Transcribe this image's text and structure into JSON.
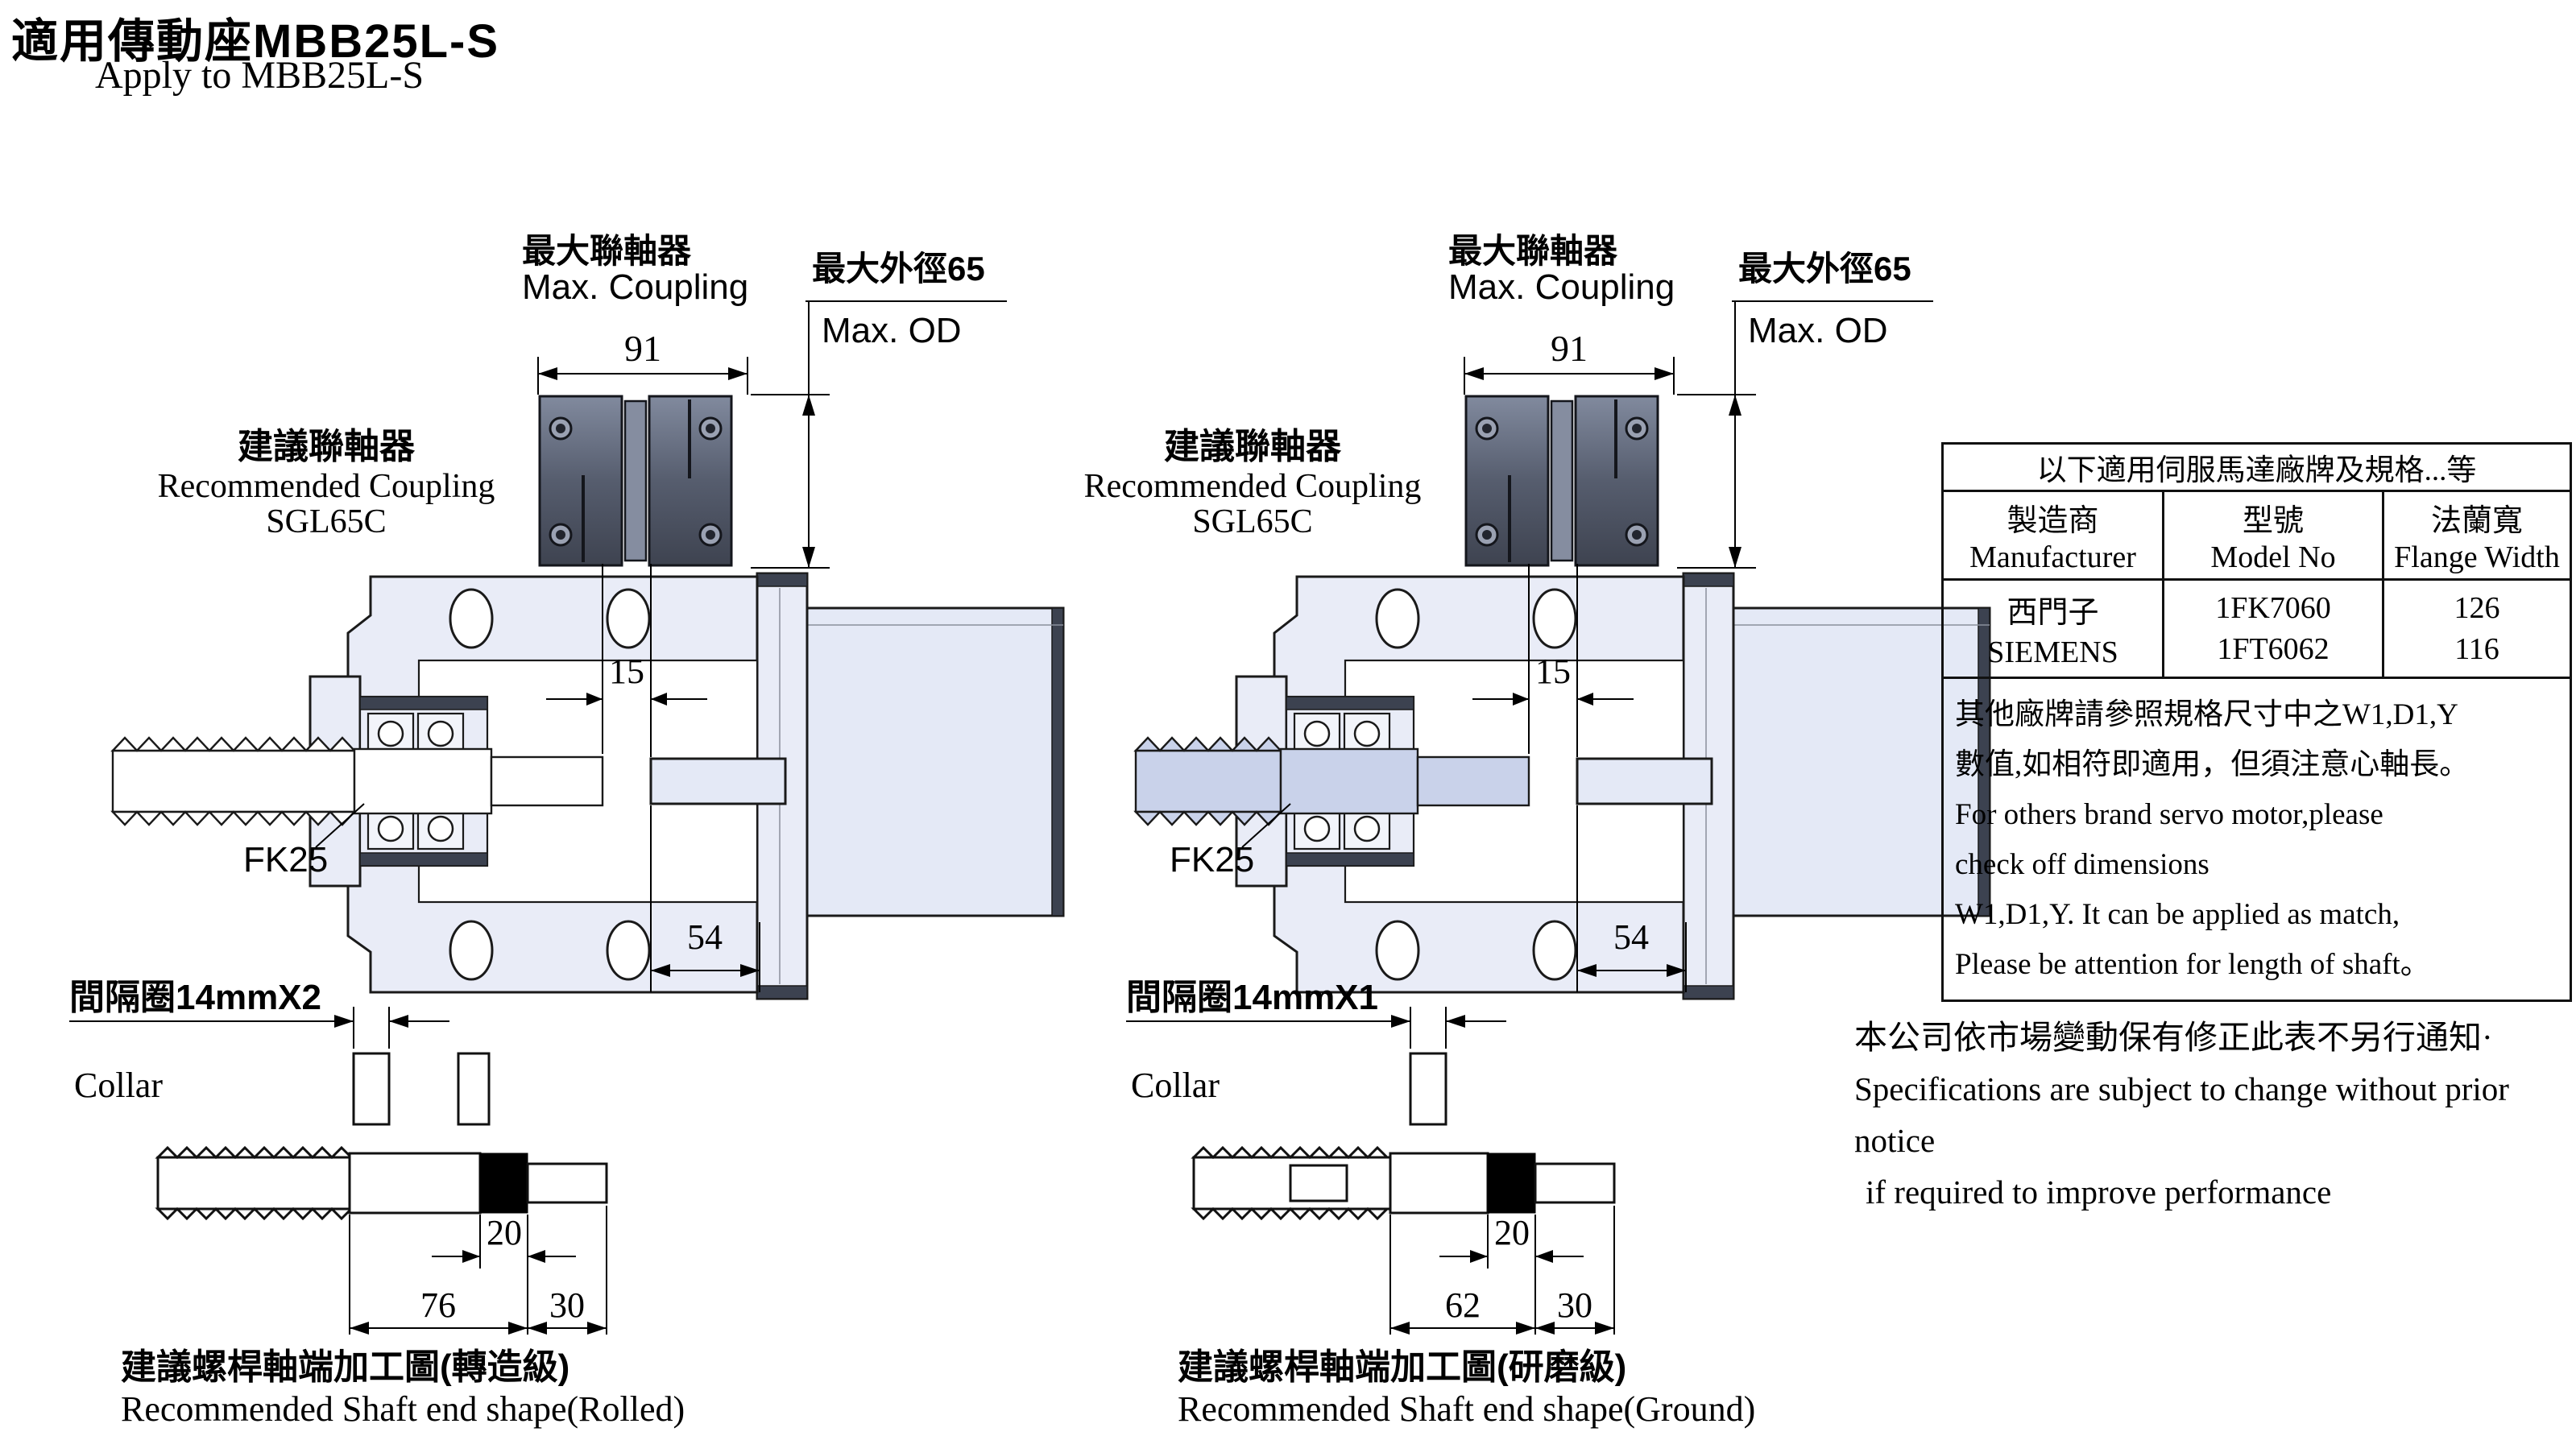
{
  "page": {
    "title_zh": "適用傳動座MBB25L-S",
    "title_en": "Apply to MBB25L-S"
  },
  "colors": {
    "line": "#1a1a1a",
    "housing_body": "#e9ecf7",
    "motor_body": "#e4e9f6",
    "dark_band": "#3c4250",
    "coupling_dark": "#565d6e",
    "shaft_left": "#ffffff",
    "shaft_right": "#c9d2ea"
  },
  "figures": {
    "left": {
      "rec_zh": "建議聯軸器",
      "rec_en": "Recommended Coupling",
      "rec_model": "SGL65C",
      "maxc_zh": "最大聯軸器",
      "maxc_en": "Max. Coupling",
      "maxod_zh": "最大外徑65",
      "maxod_en": "Max. OD",
      "dim_width": "91",
      "dim_gap": "15",
      "dim_flange": "54",
      "bearing_label": "FK25",
      "collar_label": "間隔圈14mmX2",
      "collar_en": "Collar",
      "dim_ring": "20",
      "dim_body": "76",
      "dim_end": "30",
      "cap_zh": "建議螺桿軸端加工圖(轉造級)",
      "cap_en": "Recommended Shaft end shape(Rolled)"
    },
    "right": {
      "rec_zh": "建議聯軸器",
      "rec_en": "Recommended Coupling",
      "rec_model": "SGL65C",
      "maxc_zh": "最大聯軸器",
      "maxc_en": "Max. Coupling",
      "maxod_zh": "最大外徑65",
      "maxod_en": "Max. OD",
      "dim_width": "91",
      "dim_gap": "15",
      "dim_flange": "54",
      "bearing_label": "FK25",
      "collar_label": "間隔圈14mmX1",
      "collar_en": "Collar",
      "dim_ring": "20",
      "dim_body": "62",
      "dim_end": "30",
      "cap_zh": "建議螺桿軸端加工圖(研磨級)",
      "cap_en": "Recommended Shaft end shape(Ground)"
    }
  },
  "table": {
    "title": "以下適用伺服馬達廠牌及規格...等",
    "columns": [
      {
        "zh": "製造商",
        "en": "Manufacturer"
      },
      {
        "zh": "型號",
        "en": "Model No"
      },
      {
        "zh": "法蘭寬",
        "en": "Flange Width"
      }
    ],
    "rows": [
      [
        "西門子",
        "1FK7060",
        "126"
      ],
      [
        "SIEMENS",
        "1FT6062",
        "116"
      ]
    ],
    "notes": [
      "其他廠牌請參照規格尺寸中之W1,D1,Y",
      "數值,如相符即適用，但須注意心軸長。",
      "For others brand servo motor,please",
      "check off dimensions",
      "W1,D1,Y. It can be applied as match,",
      "Please be attention for length of shaft。"
    ]
  },
  "disclaimer": {
    "zh": "本公司依市場變動保有修正此表不另行通知·",
    "en1": "Specifications are subject to change without prior notice",
    "en2": "if required to improve performance"
  }
}
